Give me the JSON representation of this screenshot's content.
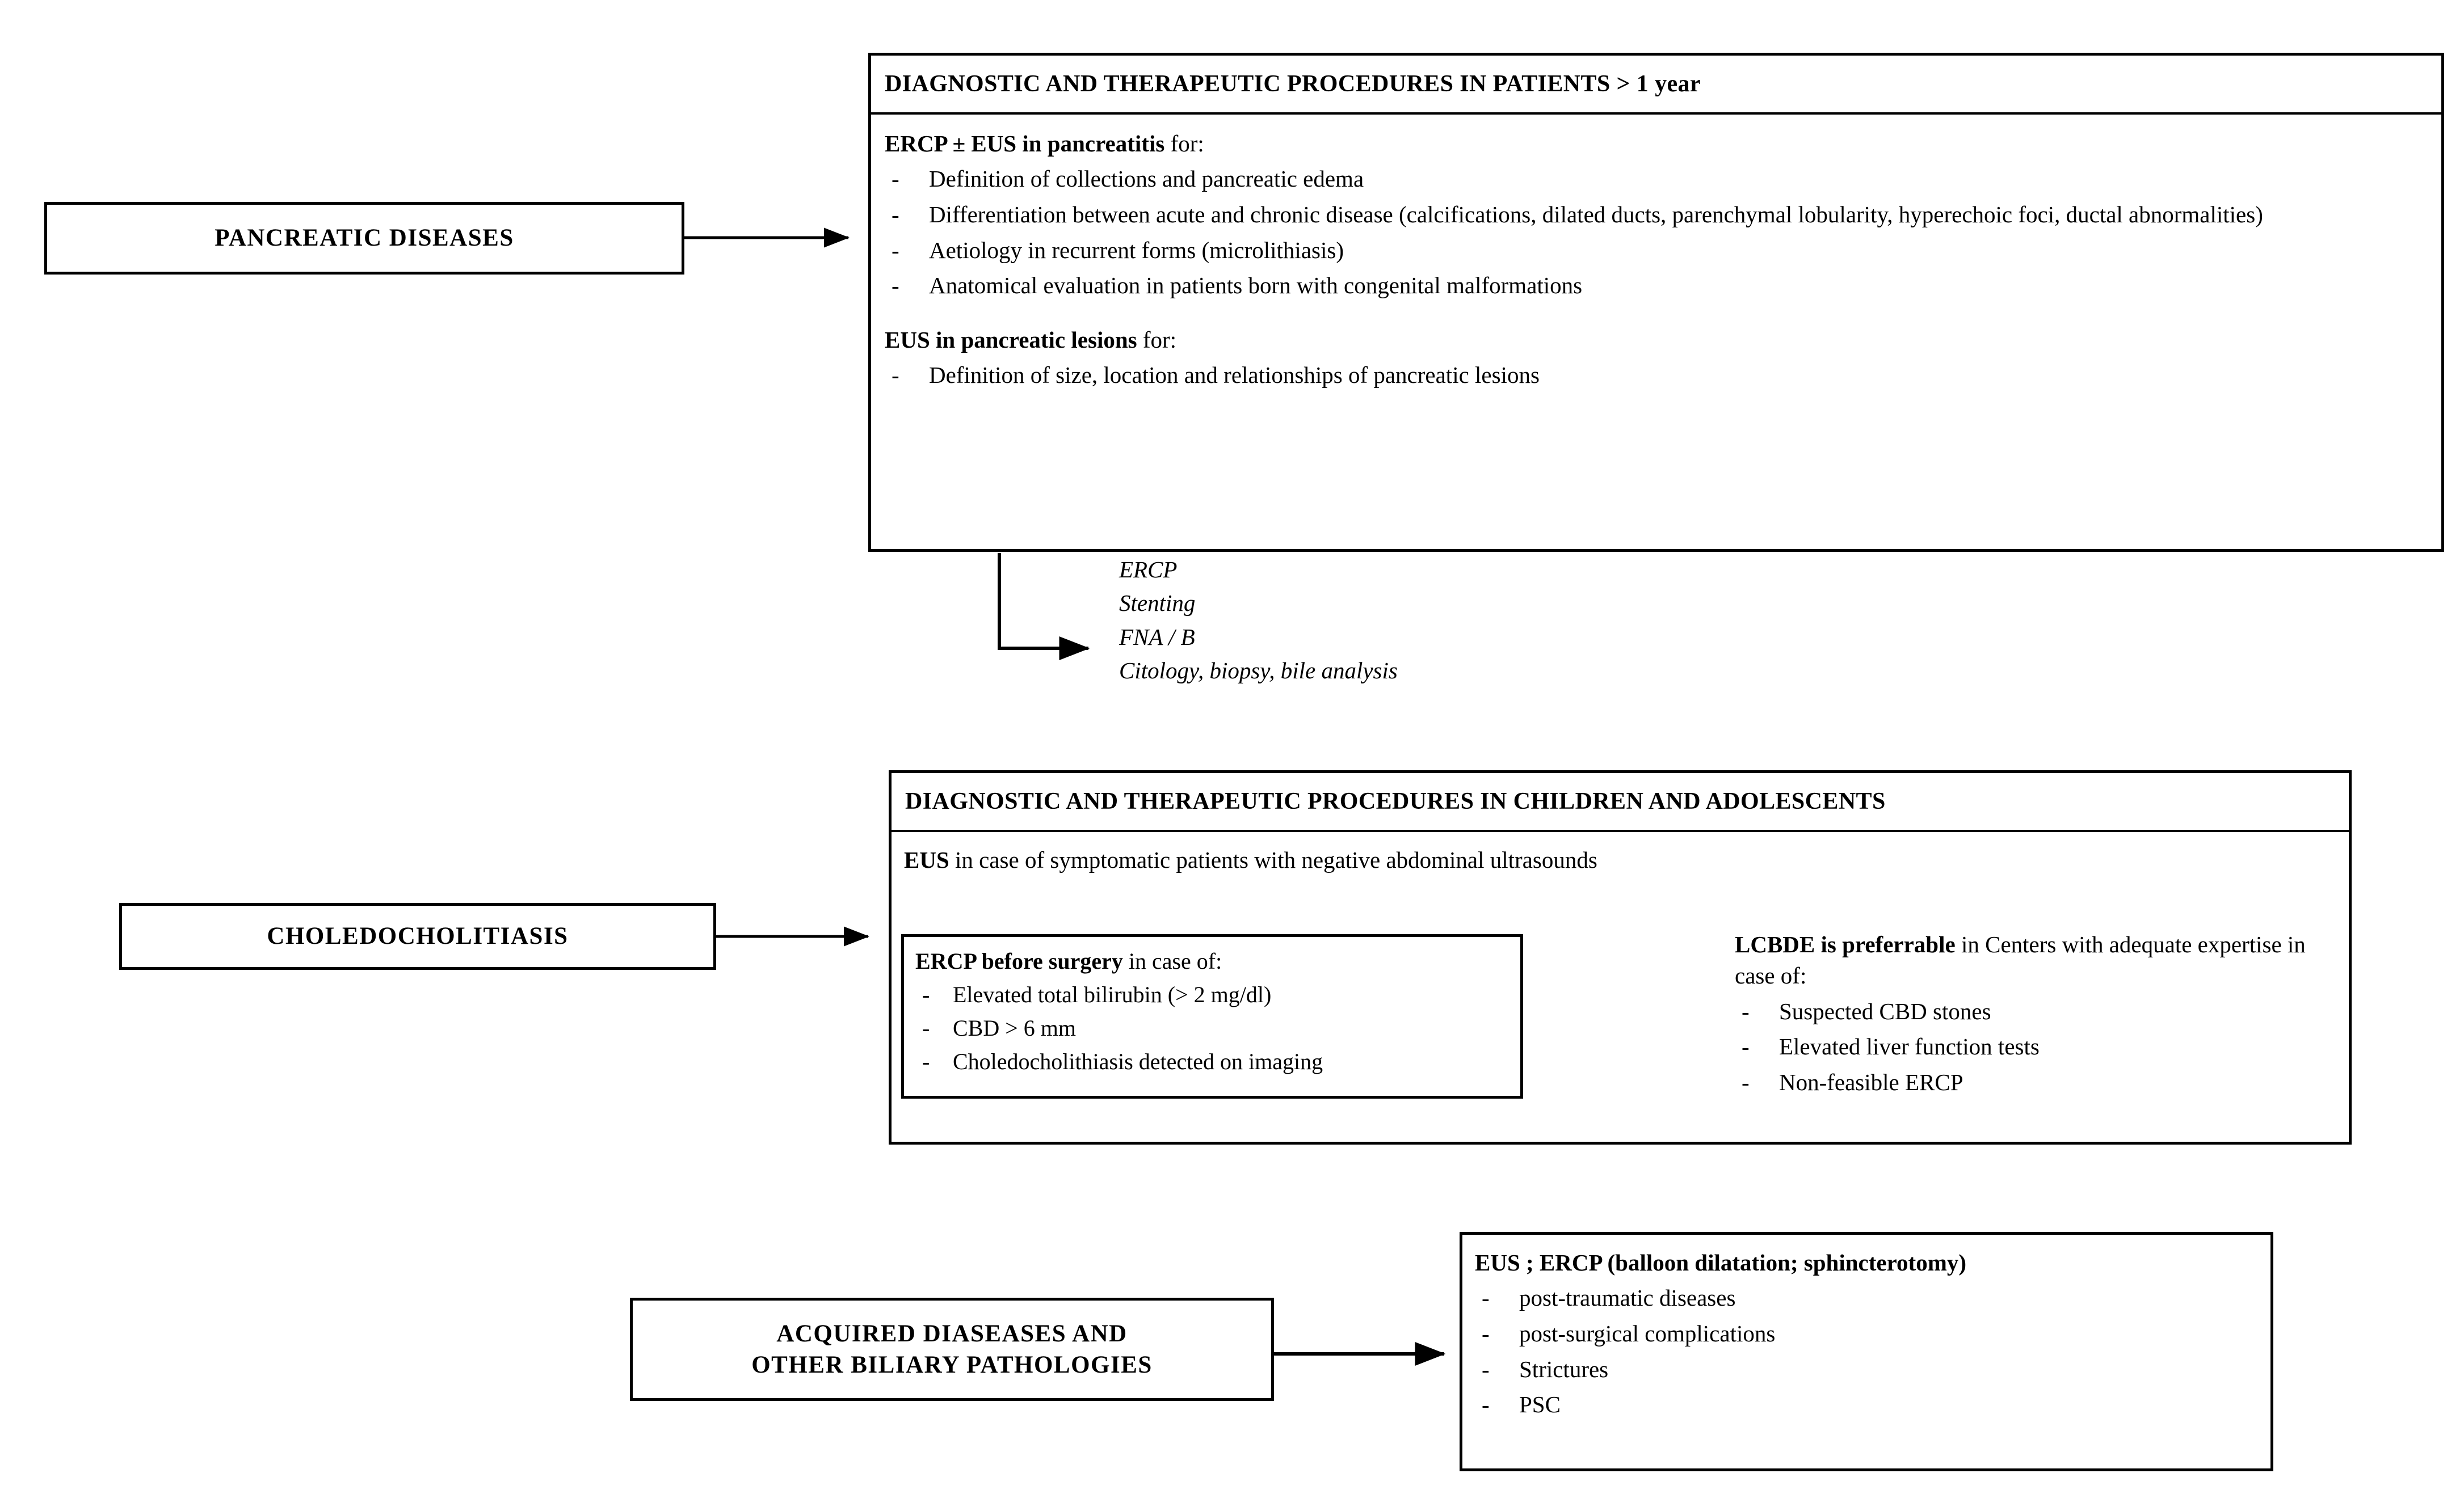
{
  "diagram": {
    "title": "Diagnostic and therapeutic procedures flowchart",
    "entry_nodes": [
      {
        "id": "pancreatic-diseases",
        "label": "PANCREATIC DISEASES"
      },
      {
        "id": "choledocholitiasis",
        "label": "CHOLEDOCHOLITIASIS"
      },
      {
        "id": "acquired-diseases",
        "line1": "ACQUIRED DIASEASES AND",
        "line2": "OTHER BILIARY PATHOLOGIES"
      }
    ],
    "panel_adults": {
      "header": "DIAGNOSTIC AND THERAPEUTIC PROCEDURES IN PATIENTS > 1 year",
      "section_1": {
        "lead_bold": "ERCP ± EUS in pancreatitis",
        "lead_rest": " for:",
        "bullets": [
          "Definition of collections and pancreatic edema",
          "Differentiation between acute and chronic disease (calcifications, dilated ducts, parenchymal lobularity, hyperechoic foci, ductal abnormalities)",
          "Aetiology in recurrent forms (microlithiasis)",
          "Anatomical evaluation in patients born with congenital malformations"
        ]
      },
      "section_2": {
        "lead_bold": "EUS in pancreatic lesions",
        "lead_rest": " for:",
        "bullets": [
          "Definition of size, location and relationships of pancreatic lesions"
        ]
      }
    },
    "procedures_note": {
      "lines": [
        "ERCP",
        "Stenting",
        "FNA / B",
        "Citology, biopsy, bile analysis"
      ]
    },
    "panel_children": {
      "header": "DIAGNOSTIC AND THERAPEUTIC PROCEDURES IN CHILDREN AND ADOLESCENTS",
      "lead_bold": "EUS",
      "lead_rest": " in case of symptomatic patients with negative abdominal ultrasounds",
      "subbox_ercp": {
        "lead_bold": "ERCP before surgery",
        "lead_rest": " in case of:",
        "bullets": [
          "Elevated total bilirubin (> 2 mg/dl)",
          "CBD > 6 mm",
          "Choledocholithiasis detected on imaging"
        ]
      },
      "lcbde": {
        "lead_bold": "LCBDE is preferrable",
        "lead_rest": " in Centers with adequate expertise in case of:",
        "bullets": [
          "Suspected CBD stones",
          "Elevated liver function tests",
          "Non-feasible ERCP"
        ]
      }
    },
    "panel_biliary": {
      "lead_bold": "EUS ; ERCP (balloon dilatation; sphincterotomy)",
      "bullets": [
        "post-traumatic diseases",
        "post-surgical complications",
        "Strictures",
        "PSC"
      ]
    },
    "colors": {
      "stroke": "#000000",
      "background": "#ffffff",
      "text": "#000000"
    }
  }
}
